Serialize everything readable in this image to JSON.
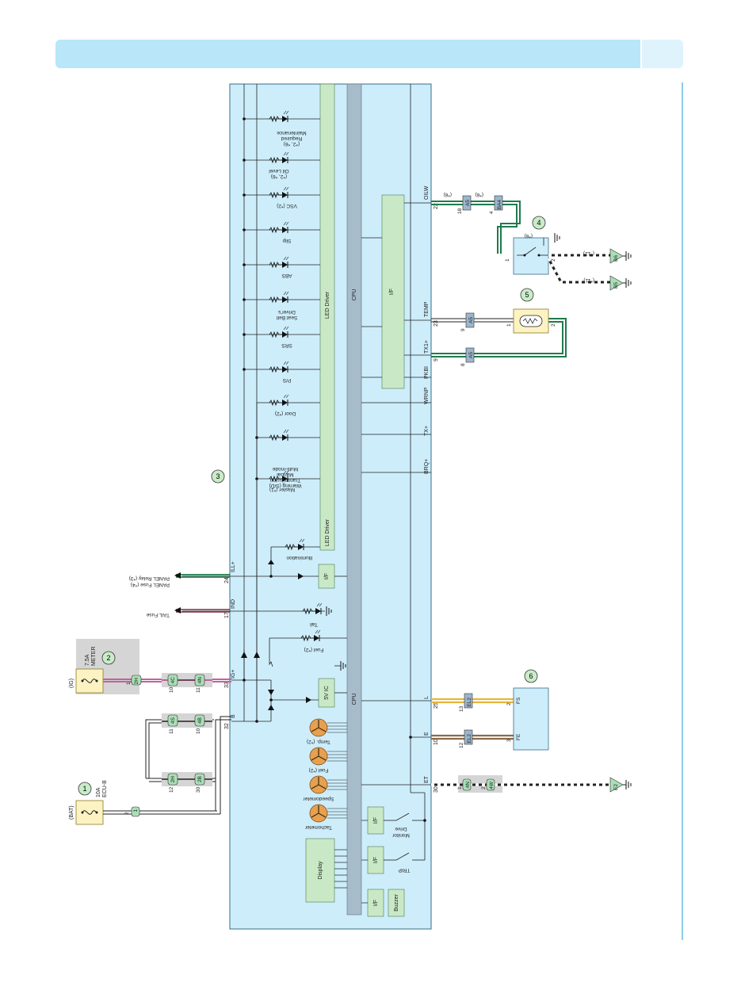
{
  "components": {
    "c1": {
      "num": "1",
      "fuse_name": "10A\nECU-B",
      "supply": "(BAT)"
    },
    "c2": {
      "num": "2",
      "fuse_name": "7.5A\nMETER",
      "supply": "(IG)"
    },
    "c3": {
      "num": "3"
    },
    "c4": {
      "num": "4"
    },
    "c5": {
      "num": "5"
    },
    "c6": {
      "num": "6"
    }
  },
  "meter": {
    "left_pins": [
      {
        "name": "B",
        "pin": "32"
      },
      {
        "name": "IG+",
        "pin": "33"
      },
      {
        "name": "IND",
        "pin": "17"
      },
      {
        "name": "ILL+",
        "pin": "24"
      }
    ],
    "right_pins": [
      {
        "name": "ET",
        "pin": "30"
      },
      {
        "name": "E",
        "pin": "10"
      },
      {
        "name": "L",
        "pin": "25"
      },
      {
        "name": "BRQ+",
        "pin": ""
      },
      {
        "name": "TX+",
        "pin": ""
      },
      {
        "name": "WRNP",
        "pin": ""
      },
      {
        "name": "PKBI",
        "pin": ""
      },
      {
        "name": "TX1+",
        "pin": "9"
      },
      {
        "name": "TEMP",
        "pin": "23"
      },
      {
        "name": "OILW",
        "pin": "22"
      }
    ],
    "blocks": {
      "display": "Display",
      "interface": "I/F",
      "buzzer": "Buzzer",
      "cpu": "CPU",
      "regulator": "5V IC",
      "led_driver": "LED Driver"
    },
    "switches": [
      "TRIP",
      "Drive\nMonitor"
    ],
    "gauges": [
      "Tachometer",
      "Speedometer",
      "Fuel (*2)",
      "Temp. (*2)"
    ],
    "indicators": [
      "Fuel (*2)",
      "Tail",
      "Illumination",
      "Master (*1)",
      "Multi-mode\nManual\nTransmission\nWarning (S/D)",
      "Door (*2)",
      "P/S",
      "SRS",
      "Driver's\nSeat Belt",
      "ABS",
      "Slip",
      "VSC (*2)",
      "Oil Level\n(*2, *6)",
      "Maintenance\nRequired\n(*2, *6)"
    ]
  },
  "external": {
    "tail_fuse": "TAIL Fuse",
    "panel": "PANEL Relay (*3)\nPANEL Fuse (*4)",
    "code_open": "(*6)",
    "wire_notes": [
      "(*6)",
      "(*6)",
      "(*12)",
      "(*11)"
    ]
  },
  "grounds": [
    "E2",
    "B5",
    "B6"
  ],
  "connectors": [
    {
      "pin": "2",
      "code": "1"
    },
    {
      "pin": "1",
      "code": "2H"
    },
    {
      "pin": "30",
      "code": "2B"
    },
    {
      "pin": "12",
      "code": "2H"
    },
    {
      "pin": "10",
      "code": "4B"
    },
    {
      "pin": "11",
      "code": "4S"
    },
    {
      "pin": "10",
      "code": "4C"
    },
    {
      "pin": "11",
      "code": "4N"
    },
    {
      "pin": "1",
      "code": "4N"
    },
    {
      "pin": "2",
      "code": "4W"
    },
    {
      "pin": "12",
      "code": "EL2"
    },
    {
      "pin": "13",
      "code": "EL2"
    },
    {
      "pin": "8",
      "code": "A5"
    },
    {
      "pin": "9",
      "code": "A5"
    },
    {
      "pin": "18",
      "code": "A5"
    },
    {
      "pin": "4",
      "code": "BA4"
    }
  ],
  "unit_pins": {
    "c4": [
      "1",
      "2"
    ],
    "c5": [
      "1",
      "2"
    ],
    "c6": [
      {
        "pin": "3",
        "name": "FE"
      },
      {
        "pin": "2",
        "name": "FS"
      }
    ]
  },
  "colors": {
    "header": "#b9e6f8",
    "meter_bg": "#cdedfb",
    "cpu_bar": "#a7bccb",
    "led_driver": "#c9e9c6",
    "wire_green": "#1f7a4d",
    "wire_pink": "#c0649b",
    "wire_yellow": "#e7b53a",
    "wire_brown": "#8a6a4a"
  }
}
